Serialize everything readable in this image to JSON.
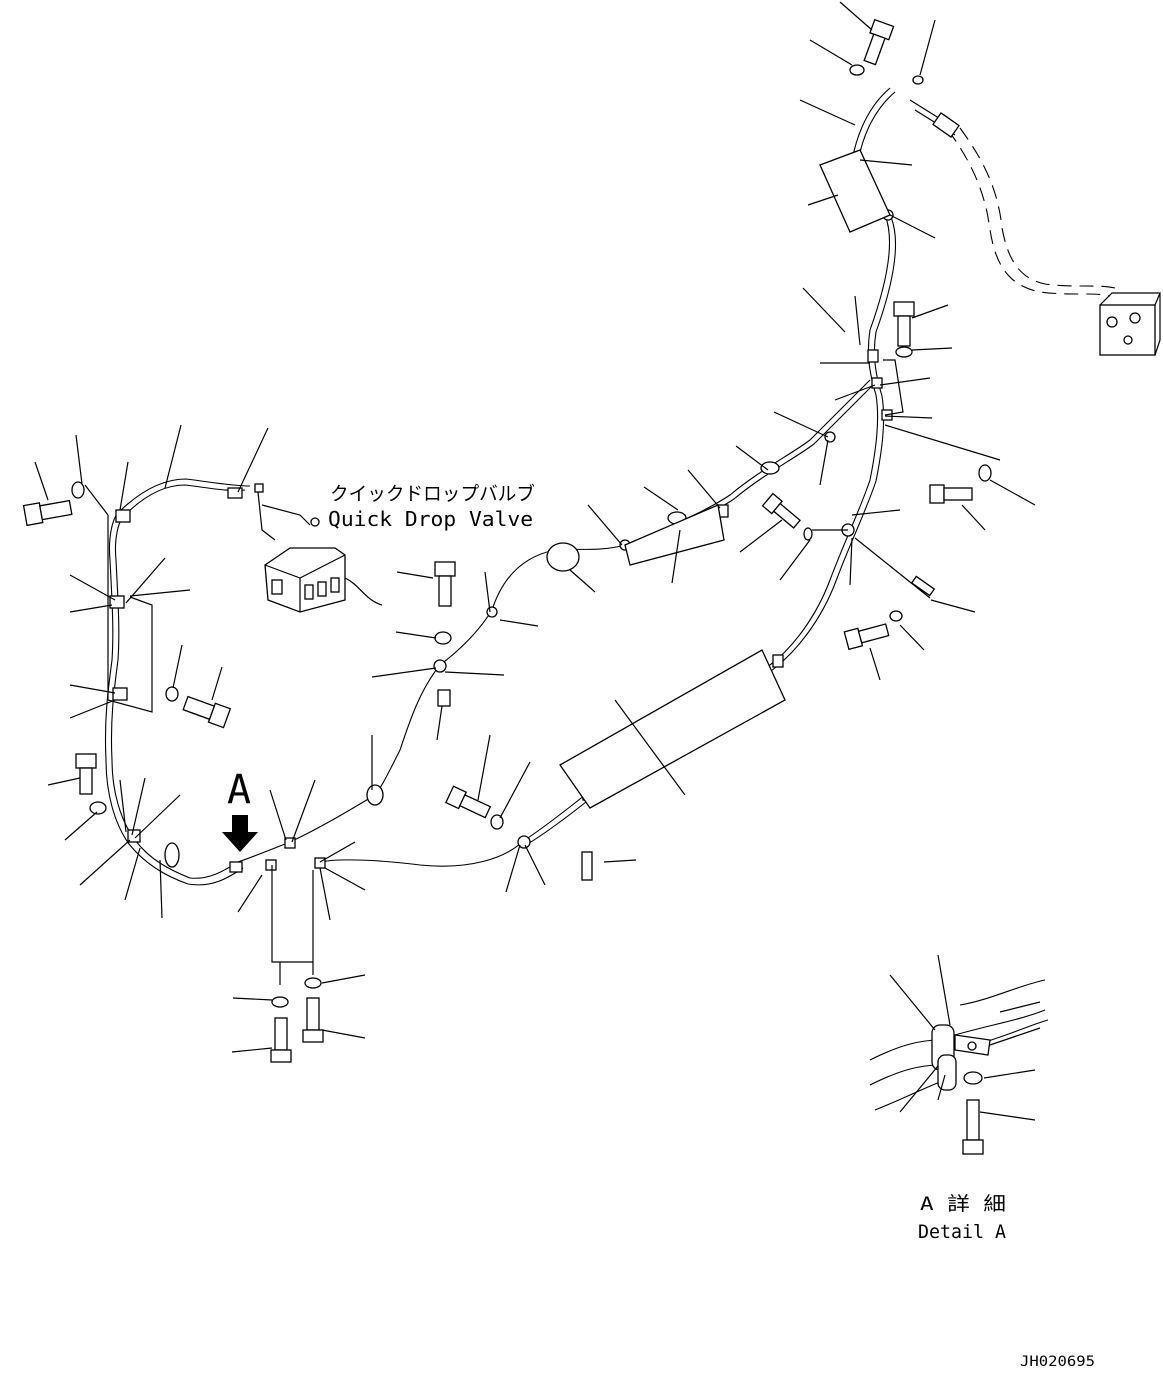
{
  "labels": {
    "quick_drop_valve_jp": "クイックドロップバルブ",
    "quick_drop_valve_en": "Quick Drop Valve",
    "view_arrow": "A",
    "detail_jp": "A 詳 細",
    "detail_en": "Detail A",
    "drawing_number": "JH020695"
  }
}
